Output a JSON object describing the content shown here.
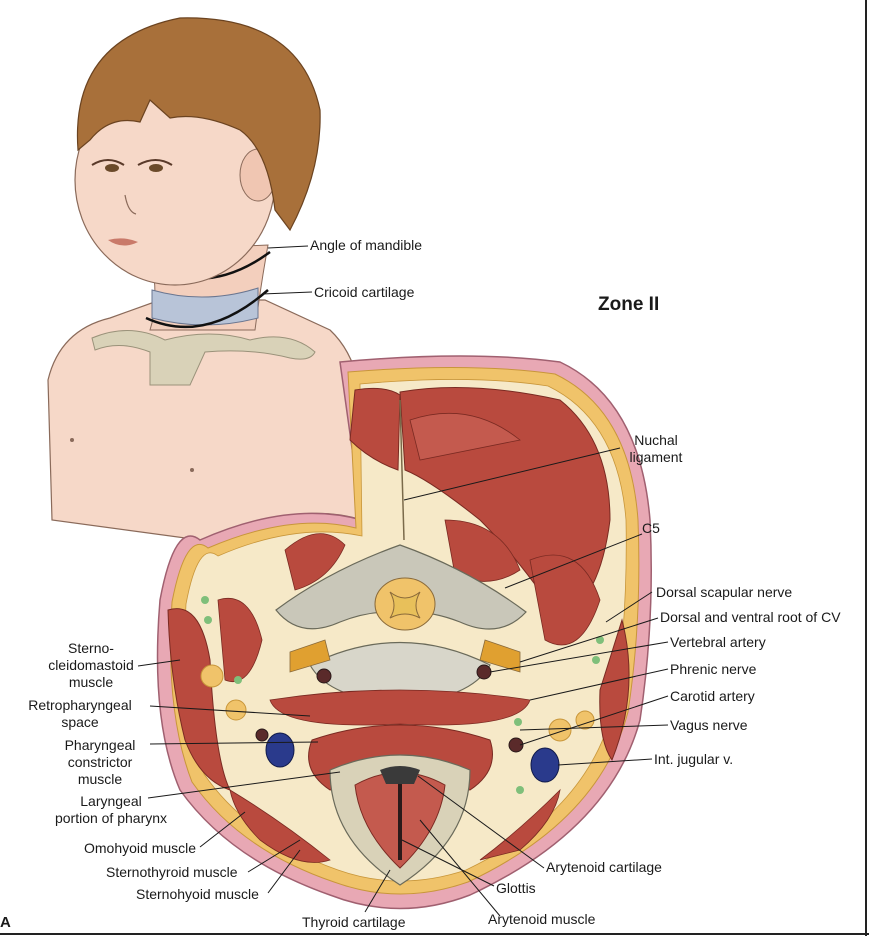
{
  "figure": {
    "zone_title": "Zone II",
    "panel_letter": "A",
    "colors": {
      "skin": "#f6d8c8",
      "hair": "#a8703a",
      "muscle": "#b94a3e",
      "muscle_dark": "#8e2f26",
      "fat": "#f0c36a",
      "skin_outline": "#e49aa8",
      "bone": "#c9c7b9",
      "cartilage": "#b8c4d8",
      "vein": "#2a3a8c",
      "lymph": "#7fbf7a"
    },
    "labels": {
      "angle_of_mandible": "Angle of mandible",
      "cricoid_cartilage": "Cricoid cartilage",
      "nuchal_ligament_1": "Nuchal",
      "nuchal_ligament_2": "ligament",
      "c5": "C5",
      "dorsal_scapular_nerve": "Dorsal scapular nerve",
      "dorsal_ventral_root": "Dorsal and ventral root of CV",
      "vertebral_artery": "Vertebral artery",
      "phrenic_nerve": "Phrenic nerve",
      "carotid_artery": "Carotid artery",
      "vagus_nerve": "Vagus nerve",
      "int_jugular": "Int. jugular v.",
      "arytenoid_cartilage": "Arytenoid cartilage",
      "glottis": "Glottis",
      "arytenoid_muscle": "Arytenoid muscle",
      "thyroid_cartilage": "Thyroid cartilage",
      "sternohyoid": "Sternohyoid muscle",
      "sternothyroid": "Sternothyroid muscle",
      "omohyoid": "Omohyoid muscle",
      "laryngeal_1": "Laryngeal",
      "laryngeal_2": "portion of pharynx",
      "pharyngeal_1": "Pharyngeal",
      "pharyngeal_2": "constrictor",
      "pharyngeal_3": "muscle",
      "retro_1": "Retropharyngeal",
      "retro_2": "space",
      "sterno_1": "Sterno-",
      "sterno_2": "cleidomastoid",
      "sterno_3": "muscle"
    }
  }
}
